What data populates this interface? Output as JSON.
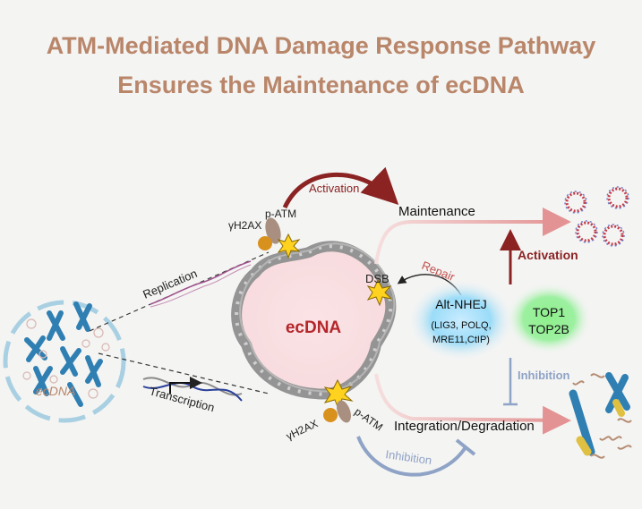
{
  "title": {
    "line1": "ATM-Mediated DNA Damage Response Pathway",
    "line2": "Ensures the Maintenance of ecDNA"
  },
  "labels": {
    "activation_top": "Activation",
    "p_atm_top": "p-ATM",
    "gamma_h2ax_top": "γH2AX",
    "maintenance": "Maintenance",
    "replication": "Replication",
    "transcription": "Transcription",
    "ecdna_cell": "ecDNA",
    "ecdna_center": "ecDNA",
    "dsb": "DSB",
    "repair": "Repair",
    "alt_nhej": "Alt-NHEJ",
    "alt_nhej_factors_1": "(LIG3, POLQ,",
    "alt_nhej_factors_2": "MRE11,CtIP)",
    "top1": "TOP1",
    "top2b": "TOP2B",
    "activation_right": "Activation",
    "inhibition_right": "Inhibition",
    "gamma_h2ax_bottom": "γH2AX",
    "p_atm_bottom": "p-ATM",
    "integration": "Integration/Degradation",
    "inhibition_bottom": "Inhibition"
  },
  "colors": {
    "title": "#b9866a",
    "activation": "#8b2323",
    "inhibition": "#8fa3c6",
    "maintenance_arrow": "#e4a0a0",
    "repair": "#c0524e",
    "ecdna_text": "#b3262a",
    "alt_nhej_glow": "#7fd0f0",
    "top_glow": "#6fdf7f",
    "chromosome": "#2f7fb3"
  }
}
